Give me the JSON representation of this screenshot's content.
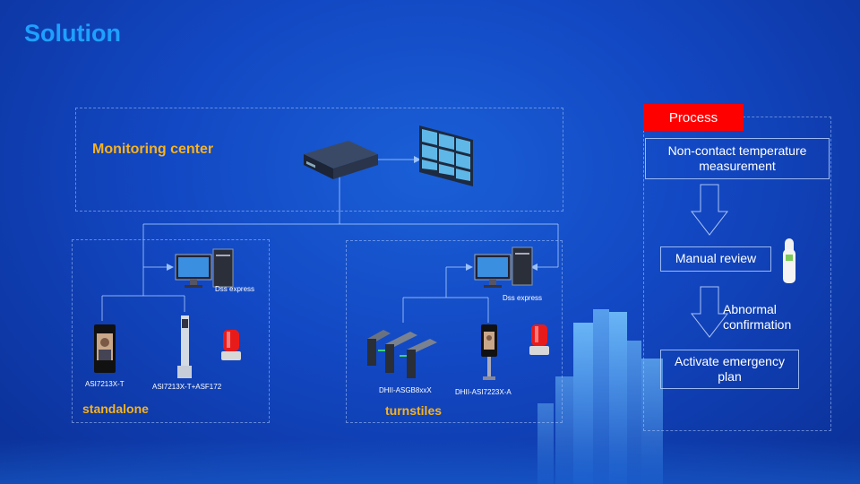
{
  "slide": {
    "title": "Solution"
  },
  "monitoring": {
    "label": "Monitoring center"
  },
  "standalone": {
    "label": "standalone",
    "pc_label": "Dss express",
    "device1_label": "ASI7213X-T",
    "device2_label": "ASI7213X-T+ASF172"
  },
  "turnstiles": {
    "label": "turnstiles",
    "pc_label": "Dss express",
    "device1_label": "DHII-ASGB8xxX",
    "device2_label": "DHII-ASI7223X-A"
  },
  "process": {
    "header": "Process",
    "step1": "Non-contact temperature measurement",
    "step2": "Manual review",
    "step3": "Abnormal confirmation",
    "step4": "Activate emergency plan"
  },
  "colors": {
    "accent": "#f7b21e",
    "title": "#1ea0ff",
    "process_header": "#ff0000"
  },
  "icons": [
    "server-icon",
    "video-wall-icon",
    "computer-icon",
    "face-terminal-icon",
    "pillar-terminal-icon",
    "alarm-light-icon",
    "turnstile-icon",
    "thermometer-icon",
    "down-arrow-icon"
  ]
}
